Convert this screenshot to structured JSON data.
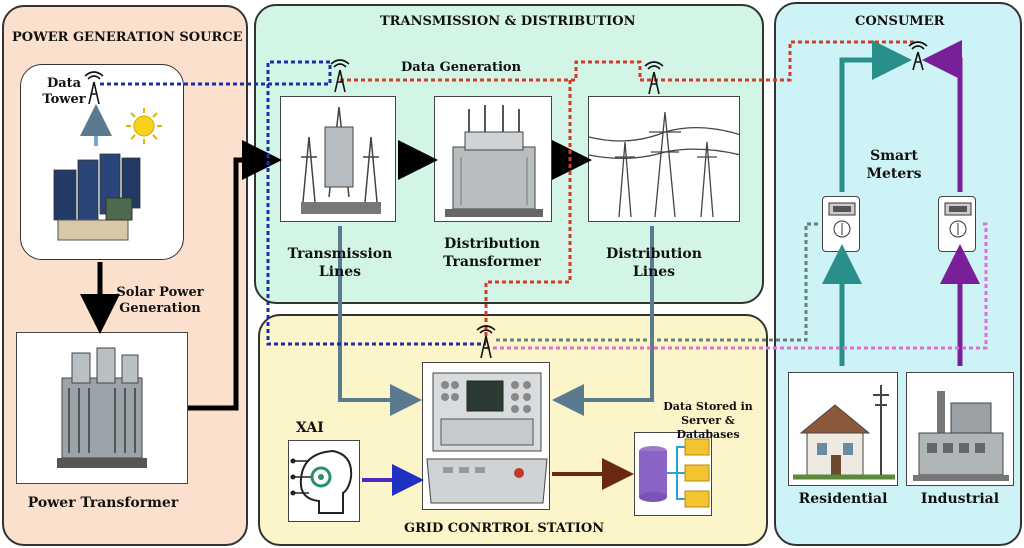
{
  "panels": {
    "power_generation": {
      "title": "POWER GENERATION SOURCE"
    },
    "transmission": {
      "title": "TRANSMISSION  &  DISTRIBUTION"
    },
    "consumer": {
      "title": "CONSUMER"
    },
    "grid_control": {
      "title": "GRID CONRTROL STATION"
    }
  },
  "labels": {
    "data_tower": "Data\nTower",
    "solar_power_generation": "Solar Power\nGeneration",
    "power_transformer": "Power Transformer",
    "data_generation": "Data Generation",
    "transmission_lines": "Transmission Lines",
    "distribution_transformer": "Distribution\nTransformer",
    "distribution_lines": "Distribution Lines",
    "smart_meters": "Smart\nMeters",
    "residential": "Residential",
    "industrial": "Industrial",
    "xai": "XAI",
    "data_stored": "Data Stored in\nServer & Databases"
  },
  "colors": {
    "power_gen_bg": "#fbe1cd",
    "transmission_bg": "#d2f5e6",
    "consumer_bg": "#cdf3f6",
    "grid_bg": "#fbf5c9",
    "dashed_blue": "#1a2fa8",
    "dashed_red": "#d23a2a",
    "dashed_pink": "#e070d0",
    "dashed_grey": "#6a8070",
    "teal": "#2a8f8a",
    "purple": "#7a1f9a",
    "brown": "#6b2a10",
    "steel": "#5a7a90"
  }
}
